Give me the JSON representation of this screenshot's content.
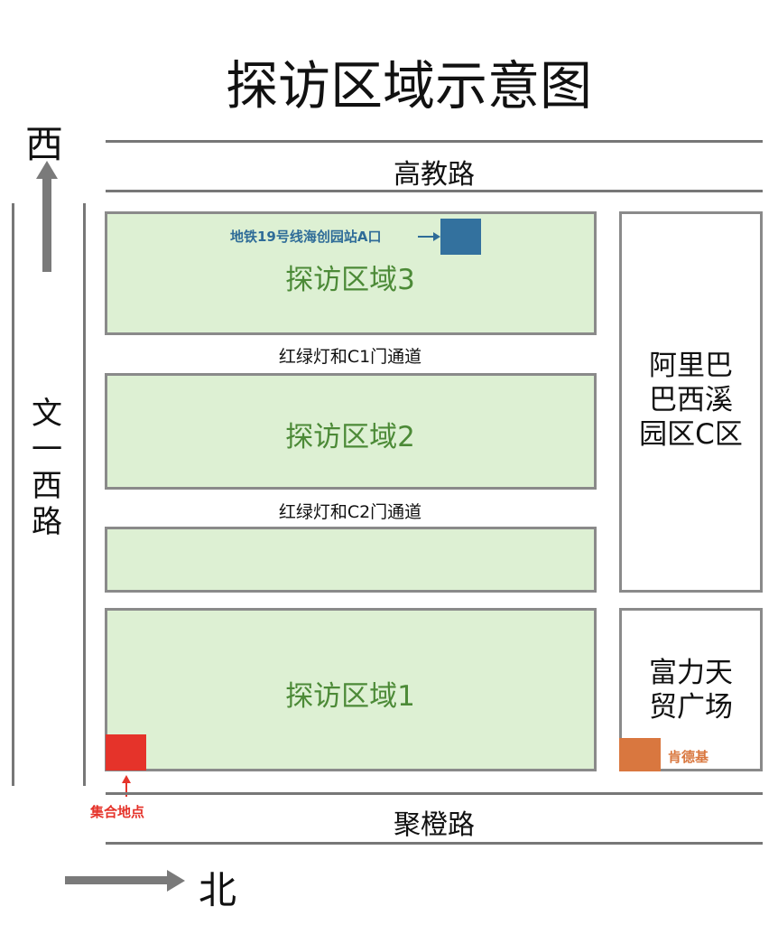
{
  "title": "探访区域示意图",
  "directions": {
    "west": "西",
    "north": "北"
  },
  "roads": {
    "top": "高教路",
    "bottom": "聚橙路",
    "left": [
      "文",
      "一",
      "西",
      "路"
    ]
  },
  "zones": [
    {
      "label": "探访区域3"
    },
    {
      "label": "探访区域2"
    },
    {
      "label": "探访区域1"
    }
  ],
  "passages": [
    "红绿灯和C1门通道",
    "红绿灯和C2门通道"
  ],
  "right_buildings": {
    "alibaba": [
      "阿里巴",
      "巴西溪",
      "园区C区"
    ],
    "fuli": [
      "富力天",
      "贸广场"
    ]
  },
  "markers": {
    "metro": {
      "label": "地铁19号线海创园站A口",
      "color": "#33719e"
    },
    "meeting": {
      "label": "集合地点",
      "color": "#e5332a"
    },
    "kfc": {
      "label": "肯德基",
      "color": "#d9773f"
    }
  }
}
